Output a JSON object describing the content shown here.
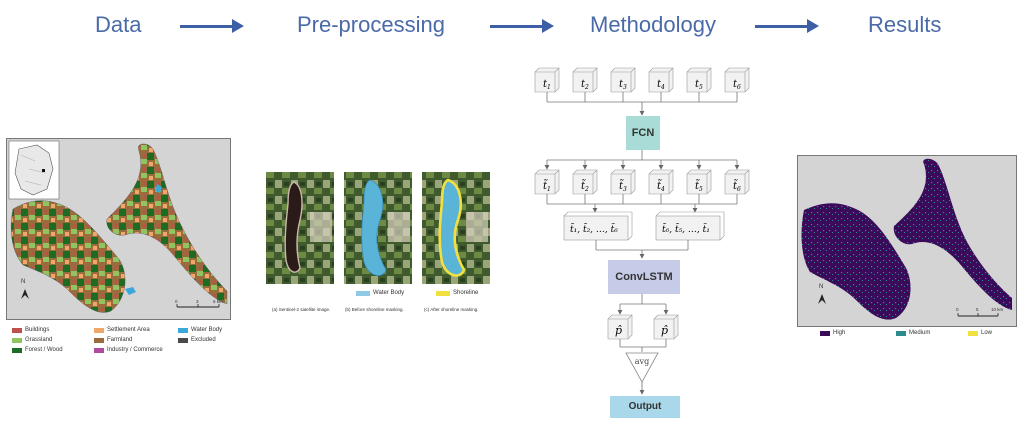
{
  "stages": [
    "Data",
    "Pre-processing",
    "Methodology",
    "Results"
  ],
  "data_panel": {
    "scale_labels": [
      "0",
      "3",
      "6 km"
    ],
    "north": "N",
    "legend": [
      {
        "label": "Buildings",
        "color": "#c0504d"
      },
      {
        "label": "Settlement Area",
        "color": "#f0a868"
      },
      {
        "label": "Water Body",
        "color": "#3aa8d8"
      },
      {
        "label": "Grassland",
        "color": "#8fc460"
      },
      {
        "label": "Farmland",
        "color": "#9a6b3c"
      },
      {
        "label": "Excluded",
        "color": "#4a4a4a"
      },
      {
        "label": "Forest / Wood",
        "color": "#1e6b24"
      },
      {
        "label": "Industry / Commerce",
        "color": "#b04aa0"
      }
    ]
  },
  "preproc_panel": {
    "captions": [
      "(a) Sentinel-2 satellite image.",
      "(b) Before shoreline masking.",
      "(c) After shoreline masking."
    ],
    "legend": [
      {
        "label": "Water Body",
        "color": "#8ec9e8"
      },
      {
        "label": "Shoreline",
        "color": "#f0e040"
      }
    ]
  },
  "method_panel": {
    "fcn_label": "FCN",
    "convlstm_label": "ConvLSTM",
    "avg_label": "avg",
    "output_label": "Output",
    "box_colors": {
      "fcn": "#a9dcd6",
      "convlstm": "#c6cbe8",
      "output": "#a9d8ea"
    }
  },
  "results_panel": {
    "scale_labels": [
      "0",
      "5",
      "10 km"
    ],
    "north": "N",
    "legend": [
      {
        "label": "High",
        "color": "#3b0a5a"
      },
      {
        "label": "Medium",
        "color": "#2a8c8c"
      },
      {
        "label": "Low",
        "color": "#f0e040"
      }
    ]
  }
}
